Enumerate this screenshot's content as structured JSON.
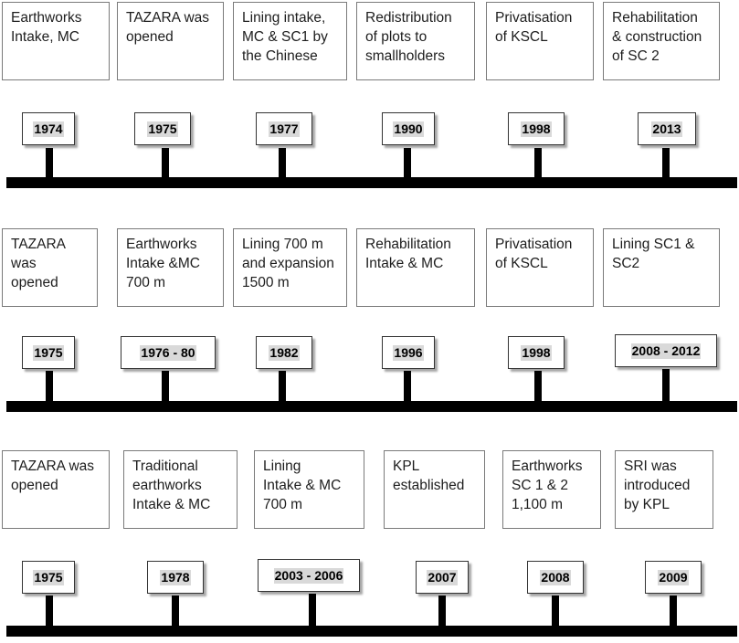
{
  "timelines": [
    {
      "events": [
        {
          "text": "Earthworks\nIntake, MC",
          "year": "1974"
        },
        {
          "text": "TAZARA was\nopened",
          "year": "1975"
        },
        {
          "text": "Lining intake,\nMC & SC1 by\nthe Chinese",
          "year": "1977"
        },
        {
          "text": "Redistribution\nof plots to\nsmallholders",
          "year": "1990"
        },
        {
          "text": "Privatisation\nof KSCL",
          "year": "1998"
        },
        {
          "text": "Rehabilitation\n& construction\nof SC 2",
          "year": "2013"
        }
      ]
    },
    {
      "events": [
        {
          "text": "TAZARA\nwas\nopened",
          "year": "1975"
        },
        {
          "text": "Earthworks\nIntake &MC\n700 m",
          "year": "1976 - 80"
        },
        {
          "text": "Lining 700 m\nand expansion\n1500 m",
          "year": "1982"
        },
        {
          "text": "Rehabilitation\nIntake & MC",
          "year": "1996"
        },
        {
          "text": "Privatisation\nof KSCL",
          "year": "1998"
        },
        {
          "text": "Lining SC1 &\nSC2",
          "year": "2008 - 2012"
        }
      ]
    },
    {
      "events": [
        {
          "text": "TAZARA was\nopened",
          "year": "1975"
        },
        {
          "text": "Traditional\nearthworks\nIntake & MC",
          "year": "1978"
        },
        {
          "text": "Lining\nIntake & MC\n700 m",
          "year": "2003 - 2006"
        },
        {
          "text": "KPL\nestablished",
          "year": "2007"
        },
        {
          "text": "Earthworks\nSC 1 & 2\n1,100 m",
          "year": "2008"
        },
        {
          "text": "SRI was\nintroduced\nby KPL",
          "year": "2009"
        }
      ]
    }
  ]
}
